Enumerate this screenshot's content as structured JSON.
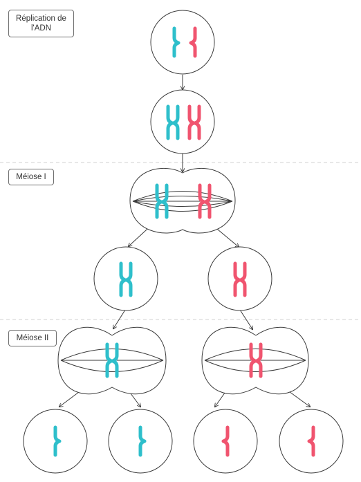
{
  "labels": {
    "replication": "Réplication de\nl'ADN",
    "meiosis1": "Méiose I",
    "meiosis2": "Méiose II"
  },
  "colors": {
    "maternal": "#2ebfcb",
    "paternal": "#f0546f",
    "outline": "#3a3a3a",
    "divider": "#d0d0d0"
  },
  "stages": [
    {
      "stage": "start",
      "content": "one unreplicated chromosome per parent (2 chromatids total)"
    },
    {
      "stage": "after-replication",
      "content": "two duplicated chromosomes (X shapes)"
    },
    {
      "stage": "meiosis-I",
      "content": "dividing cell with spindle separating homologs"
    },
    {
      "stage": "after-meiosis-I",
      "content": "two cells, one duplicated chromosome each"
    },
    {
      "stage": "meiosis-II",
      "content": "two dividing cells with spindles"
    },
    {
      "stage": "gametes",
      "content": "four cells, one single chromatid each"
    }
  ]
}
